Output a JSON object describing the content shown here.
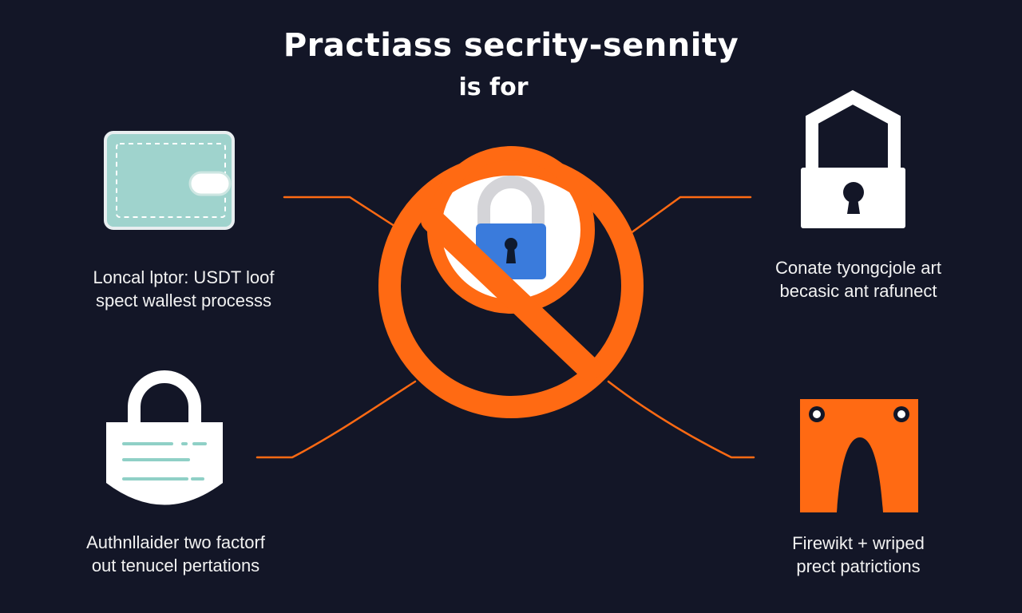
{
  "title": "Practiass secrity-sennity",
  "subtitle": "is for",
  "captions": {
    "top_left": [
      "Loncal lptor: USDT loof",
      "spect wallest processs"
    ],
    "top_right": [
      "Conate tyongcjole art",
      "becasic ant rafunect"
    ],
    "bottom_left": [
      "Authnllaider two factorf",
      "out tenucel pertations"
    ],
    "bottom_right": [
      "Firewikt + wriped",
      "prect patrictions"
    ]
  },
  "icons": {
    "center": "prohibited-padlock-icon",
    "top_left": "wallet-icon",
    "top_right": "padlock-icon",
    "bottom_left": "password-lock-icon",
    "bottom_right": "firewall-gate-icon"
  },
  "colors": {
    "background": "#131627",
    "accent": "#ff6a13",
    "lock_blue": "#3a7bdc",
    "wallet": "#9fd3cd",
    "text": "#ffffff"
  }
}
